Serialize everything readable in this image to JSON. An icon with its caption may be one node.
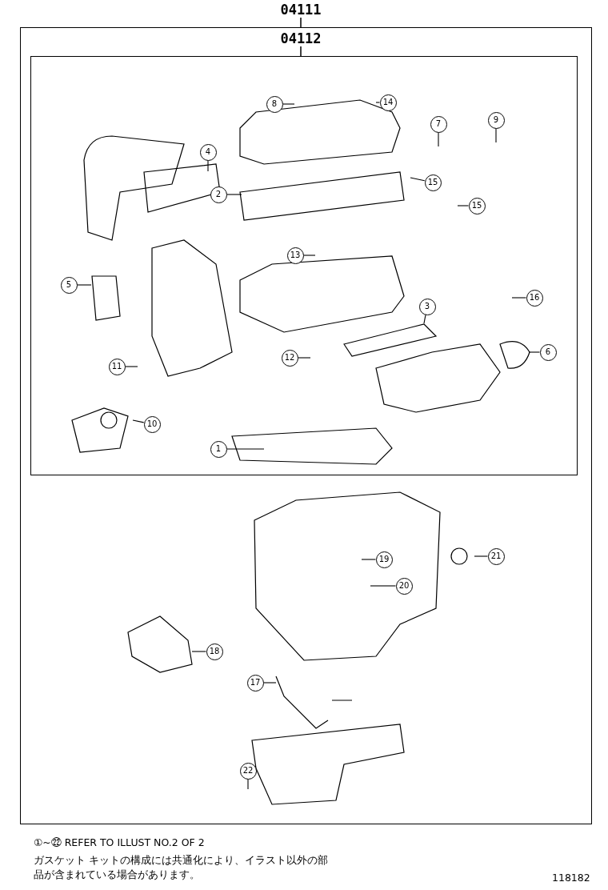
{
  "diagram": {
    "nodes": [
      {
        "text": [
          "04111"
        ]
      },
      {
        "text": [
          "04112"
        ],
        "in": 0
      },
      {
        "text": [
          "8"
        ],
        "in": 1
      },
      {
        "text": [
          "14"
        ],
        "in": 1
      },
      {
        "text": [
          "7"
        ],
        "in": 1
      },
      {
        "text": [
          "9"
        ],
        "in": 1
      },
      {
        "text": [
          "4"
        ],
        "in": 1
      },
      {
        "text": [
          "15"
        ],
        "in": 1
      },
      {
        "text": [
          "2"
        ],
        "in": 1
      },
      {
        "text": [
          "15"
        ],
        "in": 1
      },
      {
        "text": [
          "13"
        ],
        "in": 1
      },
      {
        "text": [
          "5"
        ],
        "in": 1
      },
      {
        "text": [
          "16"
        ],
        "in": 1
      },
      {
        "text": [
          "3"
        ],
        "in": 1
      },
      {
        "text": [
          "6"
        ],
        "in": 1
      },
      {
        "text": [
          "12"
        ],
        "in": 1
      },
      {
        "text": [
          "11"
        ],
        "in": 1
      },
      {
        "text": [
          "10"
        ],
        "in": 1
      },
      {
        "text": [
          "1"
        ],
        "in": 1
      },
      {
        "text": [
          "21"
        ],
        "in": 0
      },
      {
        "text": [
          "19"
        ],
        "in": 0
      },
      {
        "text": [
          "20"
        ],
        "in": 0
      },
      {
        "text": [
          "18"
        ],
        "in": 0
      },
      {
        "text": [
          "17"
        ],
        "in": 0
      },
      {
        "text": [
          "22"
        ],
        "in": 0
      }
    ],
    "edges": [
      {
        "from": 2,
        "to": null,
        "arrow": "none"
      },
      {
        "from": 3,
        "to": null,
        "arrow": "none"
      },
      {
        "from": 4,
        "to": null,
        "arrow": "none"
      },
      {
        "from": 5,
        "to": null,
        "arrow": "none"
      },
      {
        "from": 6,
        "to": null,
        "arrow": "none"
      },
      {
        "from": 7,
        "to": null,
        "arrow": "none"
      },
      {
        "from": 8,
        "to": null,
        "arrow": "none"
      },
      {
        "from": 9,
        "to": null,
        "arrow": "none"
      },
      {
        "from": 10,
        "to": null,
        "arrow": "none"
      },
      {
        "from": 11,
        "to": null,
        "arrow": "none"
      },
      {
        "from": 12,
        "to": null,
        "arrow": "none"
      },
      {
        "from": 13,
        "to": null,
        "arrow": "none"
      },
      {
        "from": 14,
        "to": null,
        "arrow": "none"
      },
      {
        "from": 15,
        "to": null,
        "arrow": "none"
      },
      {
        "from": 16,
        "to": null,
        "arrow": "none"
      },
      {
        "from": 17,
        "to": null,
        "arrow": "none"
      },
      {
        "from": 18,
        "to": null,
        "arrow": "none"
      },
      {
        "from": 19,
        "to": null,
        "arrow": "none"
      },
      {
        "from": 20,
        "to": null,
        "arrow": "none"
      },
      {
        "from": 21,
        "to": null,
        "arrow": "none"
      },
      {
        "from": 22,
        "to": null,
        "arrow": "none"
      },
      {
        "from": 23,
        "to": null,
        "arrow": "none"
      },
      {
        "from": 24,
        "to": null,
        "arrow": "none"
      }
    ],
    "labels": [
      "①~㉒ REFER TO ILLUST NO.2 OF 2",
      "ガスケット キットの構成には共通化により、イラスト以外の部品が含まれている場合があります。",
      "118182"
    ]
  }
}
